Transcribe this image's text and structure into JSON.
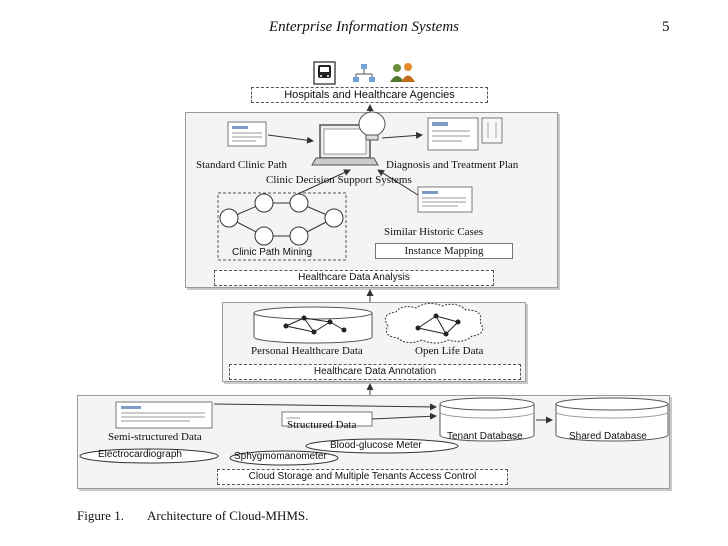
{
  "running_head": "Enterprise Information Systems",
  "page_number": "5",
  "figure": {
    "number": "Figure 1.",
    "caption": "Architecture of Cloud-MHMS.",
    "labels": {
      "hospitals": "Hospitals and Healthcare Agencies",
      "standard_clinic_path": "Standard Clinic Path",
      "diagnosis_plan": "Diagnosis and Treatment Plan",
      "cdss": "Clinic Decision Support Systems",
      "clinic_path_mining": "Clinic Path Mining",
      "similar_cases": "Similar Historic Cases",
      "instance_mapping": "Instance Mapping",
      "healthcare_data_analysis": "Healthcare Data Analysis",
      "personal_healthcare_data": "Personal Healthcare Data",
      "open_life_data": "Open Life Data",
      "healthcare_data_annotation": "Healthcare Data Annotation",
      "semi_structured": "Semi-structured Data",
      "structured": "Structured Data",
      "electrocardiograph": "Electrocardiograph",
      "sphygmomanometer": "Sphygmomanometer",
      "blood_glucose_meter": "Blood-glucose Meter",
      "tenant_database": "Tenant Database",
      "shared_database": "Shared Database",
      "cloud_storage": "Cloud Storage and Multiple Tenants Access Control"
    },
    "icons": [
      "bus-icon",
      "network-icon",
      "people-icon",
      "document-icon",
      "computer-icon",
      "lightbulb-icon",
      "database-icon"
    ]
  }
}
